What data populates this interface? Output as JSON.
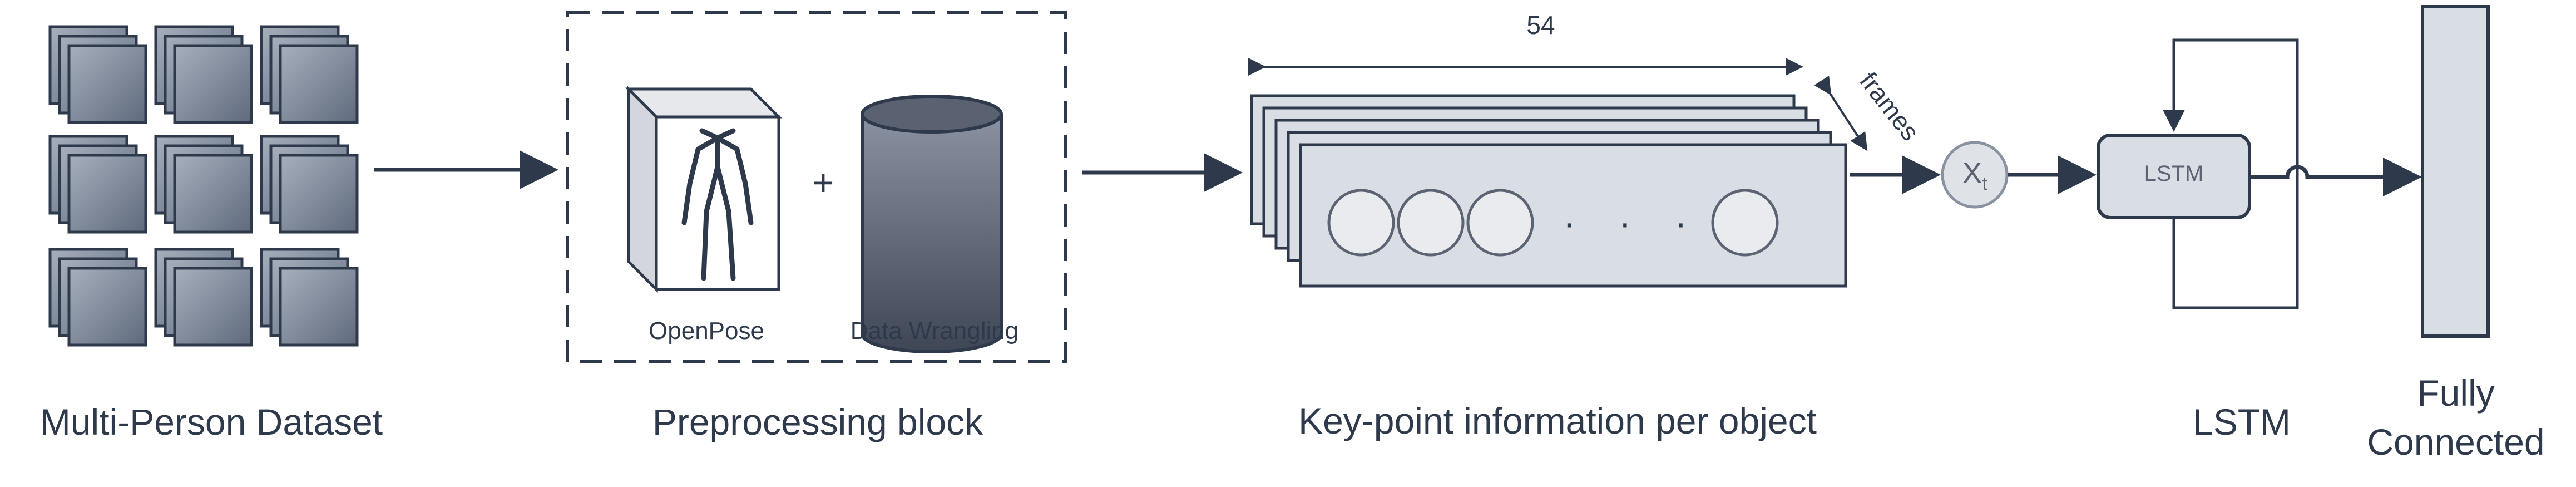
{
  "labels": {
    "dataset": "Multi-Person Dataset",
    "preprocessing": "Preprocessing block",
    "keypoints": "Key-point information per object",
    "lstm_stage": "LSTM",
    "fully_connected_line1": "Fully",
    "fully_connected_line2": "Connected"
  },
  "preprocessing": {
    "openpose": "OpenPose",
    "plus": "+",
    "data_wrangling": "Data Wrangling"
  },
  "keypoint_block": {
    "width_label": "54",
    "depth_label": "frames",
    "ellipsis": "· · ·"
  },
  "lstm": {
    "input": "X",
    "input_subscript": "t",
    "cell": "LSTM"
  },
  "colors": {
    "ink": "#2e3a4c",
    "tile_fill": "#6f7a8c",
    "panel_fill": "#d9dde4",
    "cylinder": "#5c6474"
  }
}
